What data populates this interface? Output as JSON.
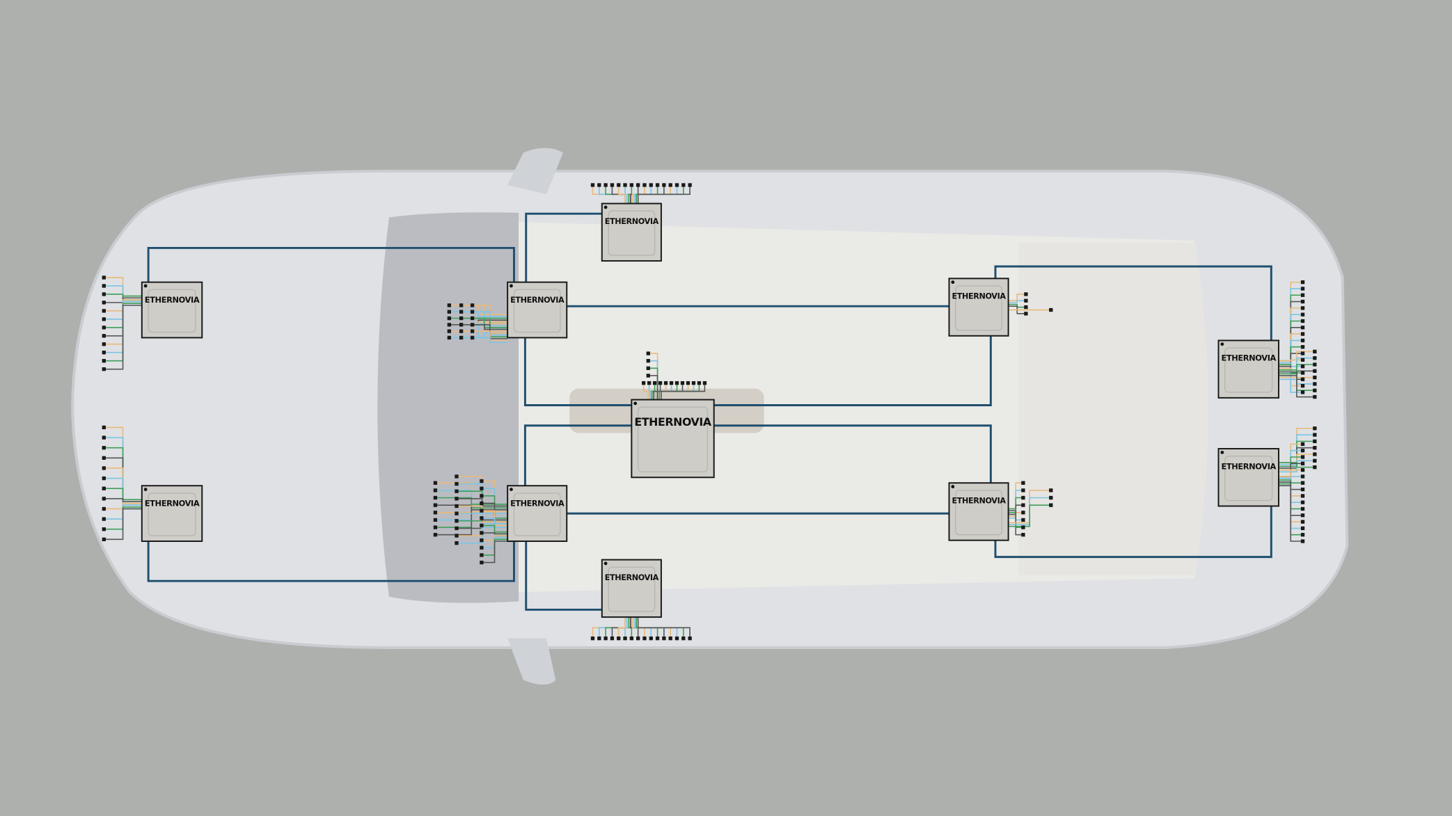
{
  "diagram": {
    "colors": {
      "background": "#aeb0ae",
      "backbone": "#1f4e6e",
      "chip_fill": "#cfcdc8",
      "chip_border": "#1a1a1a",
      "wire_orange": "#e9b97a",
      "wire_blue": "#7cc4e4",
      "wire_green": "#3e9e5a",
      "pad": "#1a1a1a"
    },
    "chips": [
      {
        "id": "front-left-zone",
        "label": "ETHERNOVIA"
      },
      {
        "id": "front-right-zone",
        "label": "ETHERNOVIA"
      },
      {
        "id": "cabin-front-left",
        "label": "ETHERNOVIA"
      },
      {
        "id": "cabin-front-right",
        "label": "ETHERNOVIA"
      },
      {
        "id": "door-left",
        "label": "ETHERNOVIA"
      },
      {
        "id": "door-right",
        "label": "ETHERNOVIA"
      },
      {
        "id": "central-compute",
        "label": "ETHERNOVIA"
      },
      {
        "id": "rear-left-zone",
        "label": "ETHERNOVIA"
      },
      {
        "id": "rear-right-zone",
        "label": "ETHERNOVIA"
      },
      {
        "id": "trunk-left",
        "label": "ETHERNOVIA"
      },
      {
        "id": "trunk-right",
        "label": "ETHERNOVIA"
      }
    ]
  }
}
